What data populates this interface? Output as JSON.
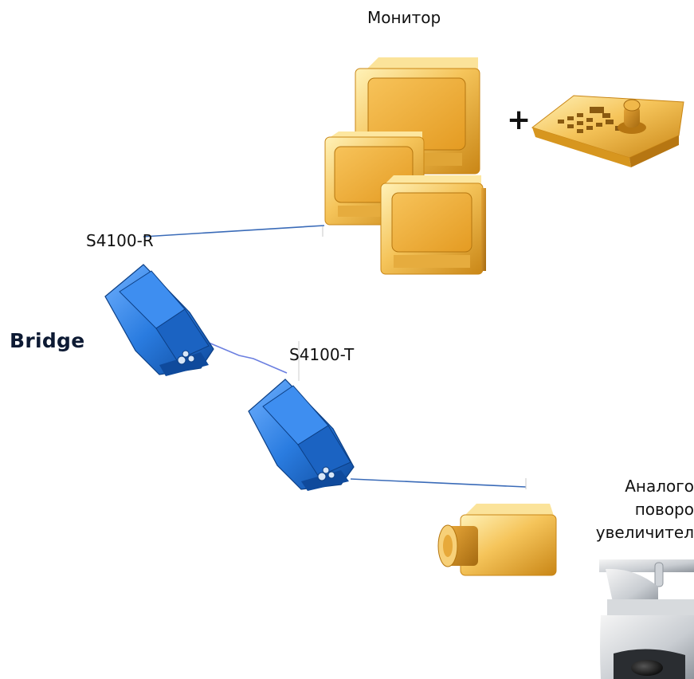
{
  "monitor": {
    "label": "Монитор"
  },
  "controller": {
    "plus": "+"
  },
  "receiver": {
    "label": "S4100-R"
  },
  "transmitter": {
    "label": "S4100-T"
  },
  "bridge": {
    "label": "Bridge"
  },
  "camera": {
    "caption_lines": [
      "Аналого",
      "поворо",
      "увеличител"
    ]
  },
  "colors": {
    "monitor_gold": "#f2b63c",
    "device_blue": "#1f6fd0",
    "link_blue": "#3a6bb8",
    "wireless": "#6b7fe0"
  }
}
